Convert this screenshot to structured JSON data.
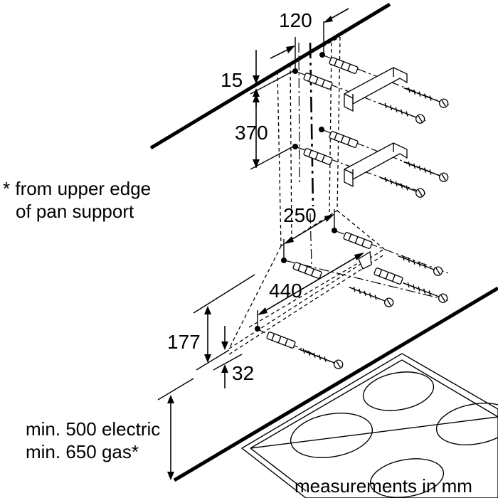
{
  "dimensions": {
    "d120": "120",
    "d15": "15",
    "d370": "370",
    "d250": "250",
    "d440": "440",
    "d177": "177",
    "d32": "32"
  },
  "notes": {
    "asterisk_line1": "* from upper edge",
    "asterisk_line2": "of pan support",
    "min_electric": "min. 500 electric",
    "min_gas": "min. 650 gas*",
    "units": "measurements in mm"
  }
}
